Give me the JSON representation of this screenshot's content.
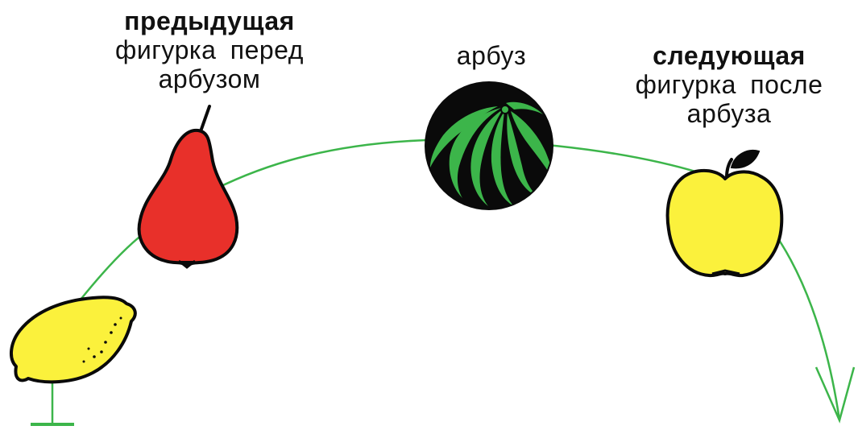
{
  "labels": {
    "previous": {
      "bold": "предыдущая",
      "line1": "фигурка перед",
      "line2": "арбузом"
    },
    "current": {
      "line1": "арбуз"
    },
    "next": {
      "bold": "следующая",
      "line1": "фигурка после",
      "line2": "арбуза"
    }
  },
  "figures": [
    "lemon-icon",
    "pear-icon",
    "watermelon-icon",
    "apple-icon"
  ],
  "colors": {
    "path": "#3cb54a",
    "lemon": "#fbf13c",
    "pear": "#e8302a",
    "watermelon_dark": "#0a0a0a",
    "watermelon_light": "#3cb54a",
    "apple": "#fbf13c",
    "outline": "#0a0a0a"
  }
}
